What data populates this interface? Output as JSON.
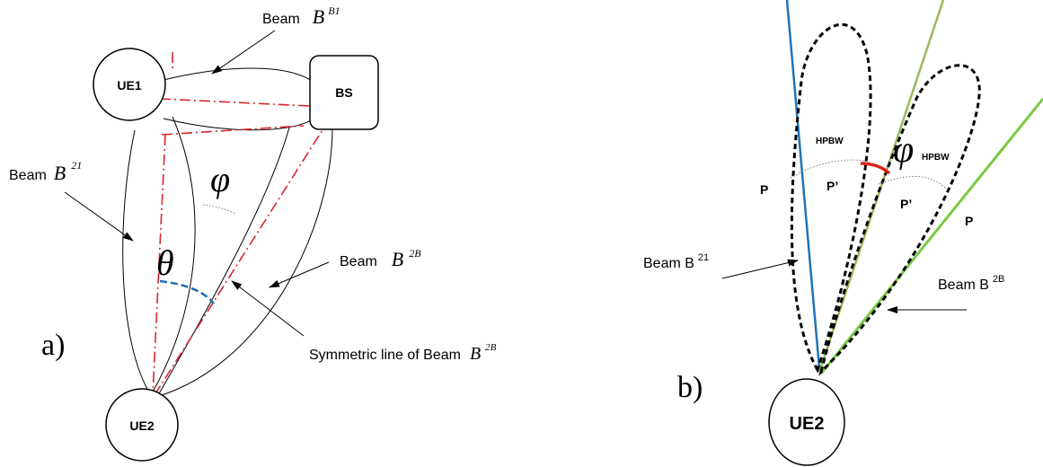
{
  "panel_a": {
    "label": "a)",
    "ue1": "UE1",
    "bs": "BS",
    "ue2": "UE2",
    "beam_b_b1": {
      "prefix": "Beam",
      "sym": "B",
      "sup": "B1"
    },
    "beam_b_21": {
      "prefix": "Beam",
      "sym": "B",
      "sup": "21"
    },
    "beam_b_2b": {
      "prefix": "Beam",
      "sym": "B",
      "sup": "2B"
    },
    "symmetric_line": {
      "prefix": "Symmetric line of Beam",
      "sym": "B",
      "sup": "2B"
    },
    "phi": "φ",
    "theta": "θ"
  },
  "panel_b": {
    "label": "b)",
    "ue2": "UE2",
    "phi": "φ",
    "hpbw_left": "HPBW",
    "hpbw_right": "HPBW",
    "p_left": "P",
    "p_prime_left": "P’",
    "p_prime_right": "P’",
    "p_right": "P",
    "beam_b21": {
      "prefix": "Beam B",
      "sup": "21"
    },
    "beam_b2b": {
      "prefix": "Beam B",
      "sup": "2B"
    }
  },
  "colors": {
    "symmetric_line_red": "#d9262c",
    "angle_arc_blue": "#1f6fb5",
    "angle_arc_red": "#e0201b",
    "blue_line": "#1f73b7",
    "olive_line": "#9ab85a",
    "green_line": "#7ac943"
  }
}
